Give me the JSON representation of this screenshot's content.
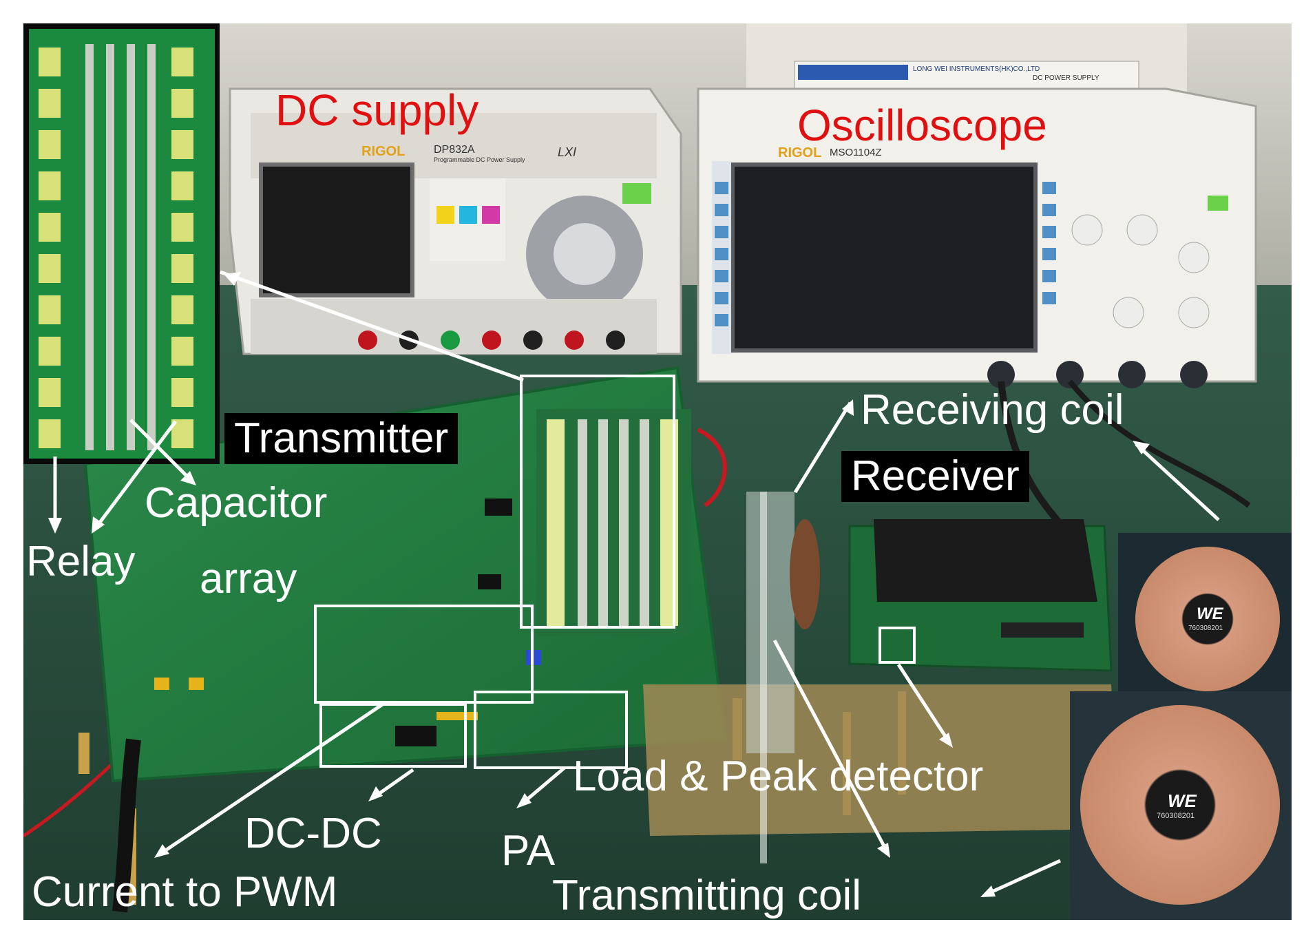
{
  "labels": {
    "dc_supply": "DC supply",
    "oscilloscope": "Oscilloscope",
    "transmitter": "Transmitter",
    "receiving_coil": "Receiving coil",
    "receiver": "Receiver",
    "capacitor": "Capacitor",
    "array": "array",
    "relay": "Relay",
    "load_peak": "Load & Peak detector",
    "dc_dc": "DC-DC",
    "pa": "PA",
    "current_pwm": "Current to PWM",
    "transmitting_coil": "Transmitting coil"
  },
  "device_text": {
    "rigol_1": "RIGOL",
    "dp832a": "DP832A",
    "dp832a_sub": "Programmable DC Power Supply",
    "lxi": "LXI",
    "rigol_2": "RIGOL",
    "mso": "MSO1104Z",
    "psu_top": "LONG WEI INSTRUMENTS(HK)CO.,LTD",
    "psu_top2": "DC POWER SUPPLY",
    "coil_brand": "WE",
    "coil_part": "760308201"
  },
  "colors": {
    "red_label": "#e01010",
    "pcb_green": "#1f7a3c",
    "box_outline": "#ffffff"
  }
}
